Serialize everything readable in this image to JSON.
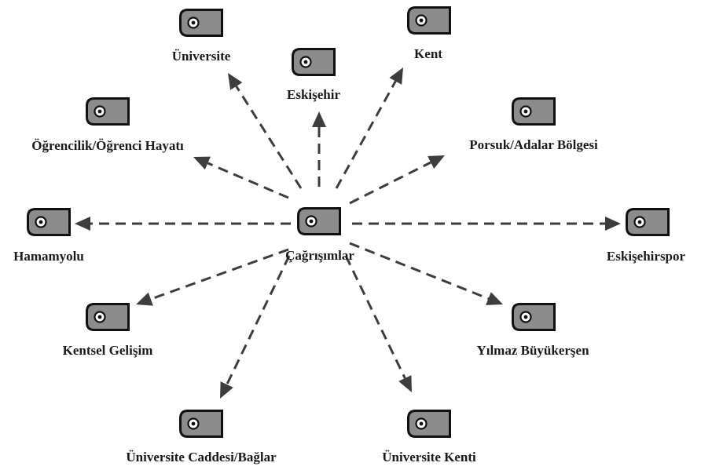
{
  "diagram": {
    "center": {
      "label": "Çağrışımlar",
      "icon": "tag-icon"
    },
    "nodes": [
      {
        "id": "universite",
        "label": "Üniversite",
        "icon": "tag-icon"
      },
      {
        "id": "eskisehir",
        "label": "Eskişehir",
        "icon": "tag-icon"
      },
      {
        "id": "kent",
        "label": "Kent",
        "icon": "tag-icon"
      },
      {
        "id": "ogrencilik",
        "label": "Öğrencilik/Öğrenci Hayatı",
        "icon": "tag-icon"
      },
      {
        "id": "porsuk",
        "label": "Porsuk/Adalar Bölgesi",
        "icon": "tag-icon"
      },
      {
        "id": "hamamyolu",
        "label": "Hamamyolu",
        "icon": "tag-icon"
      },
      {
        "id": "eskisehirspor",
        "label": "Eskişehirspor",
        "icon": "tag-icon"
      },
      {
        "id": "kentsel-gelisim",
        "label": "Kentsel Gelişim",
        "icon": "tag-icon"
      },
      {
        "id": "yilmaz-buyukersen",
        "label": "Yılmaz Büyükerşen",
        "icon": "tag-icon"
      },
      {
        "id": "universite-caddesi",
        "label": "Üniversite Caddesi/Bağlar",
        "icon": "tag-icon"
      },
      {
        "id": "universite-kenti",
        "label": "Üniversite Kenti",
        "icon": "tag-icon"
      }
    ],
    "colors": {
      "tag_fill": "#8c8c8c",
      "outline": "#111111",
      "arrow": "#3d3d3d",
      "text": "#1a1a1a"
    }
  }
}
